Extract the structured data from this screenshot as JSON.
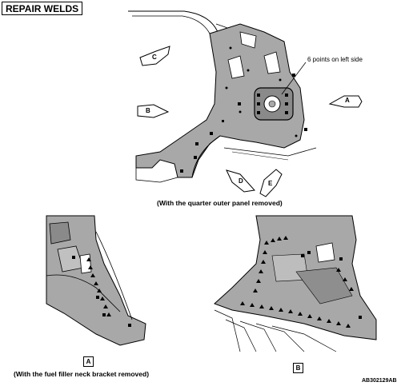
{
  "header": {
    "title": "REPAIR WELDS"
  },
  "main_view": {
    "callout": "6 points on left side",
    "caption": "(With the quarter outer panel removed)",
    "pointers": [
      "A",
      "B",
      "C",
      "D",
      "E"
    ]
  },
  "detail_a": {
    "label": "A",
    "caption": "(With the fuel filler neck bracket removed)"
  },
  "detail_b": {
    "label": "B"
  },
  "figure_code": "AB302129AB",
  "colors": {
    "panel": "#a8a8a8",
    "panel_dark": "#7a7a7a",
    "line": "#000000",
    "weld": "#000000"
  }
}
